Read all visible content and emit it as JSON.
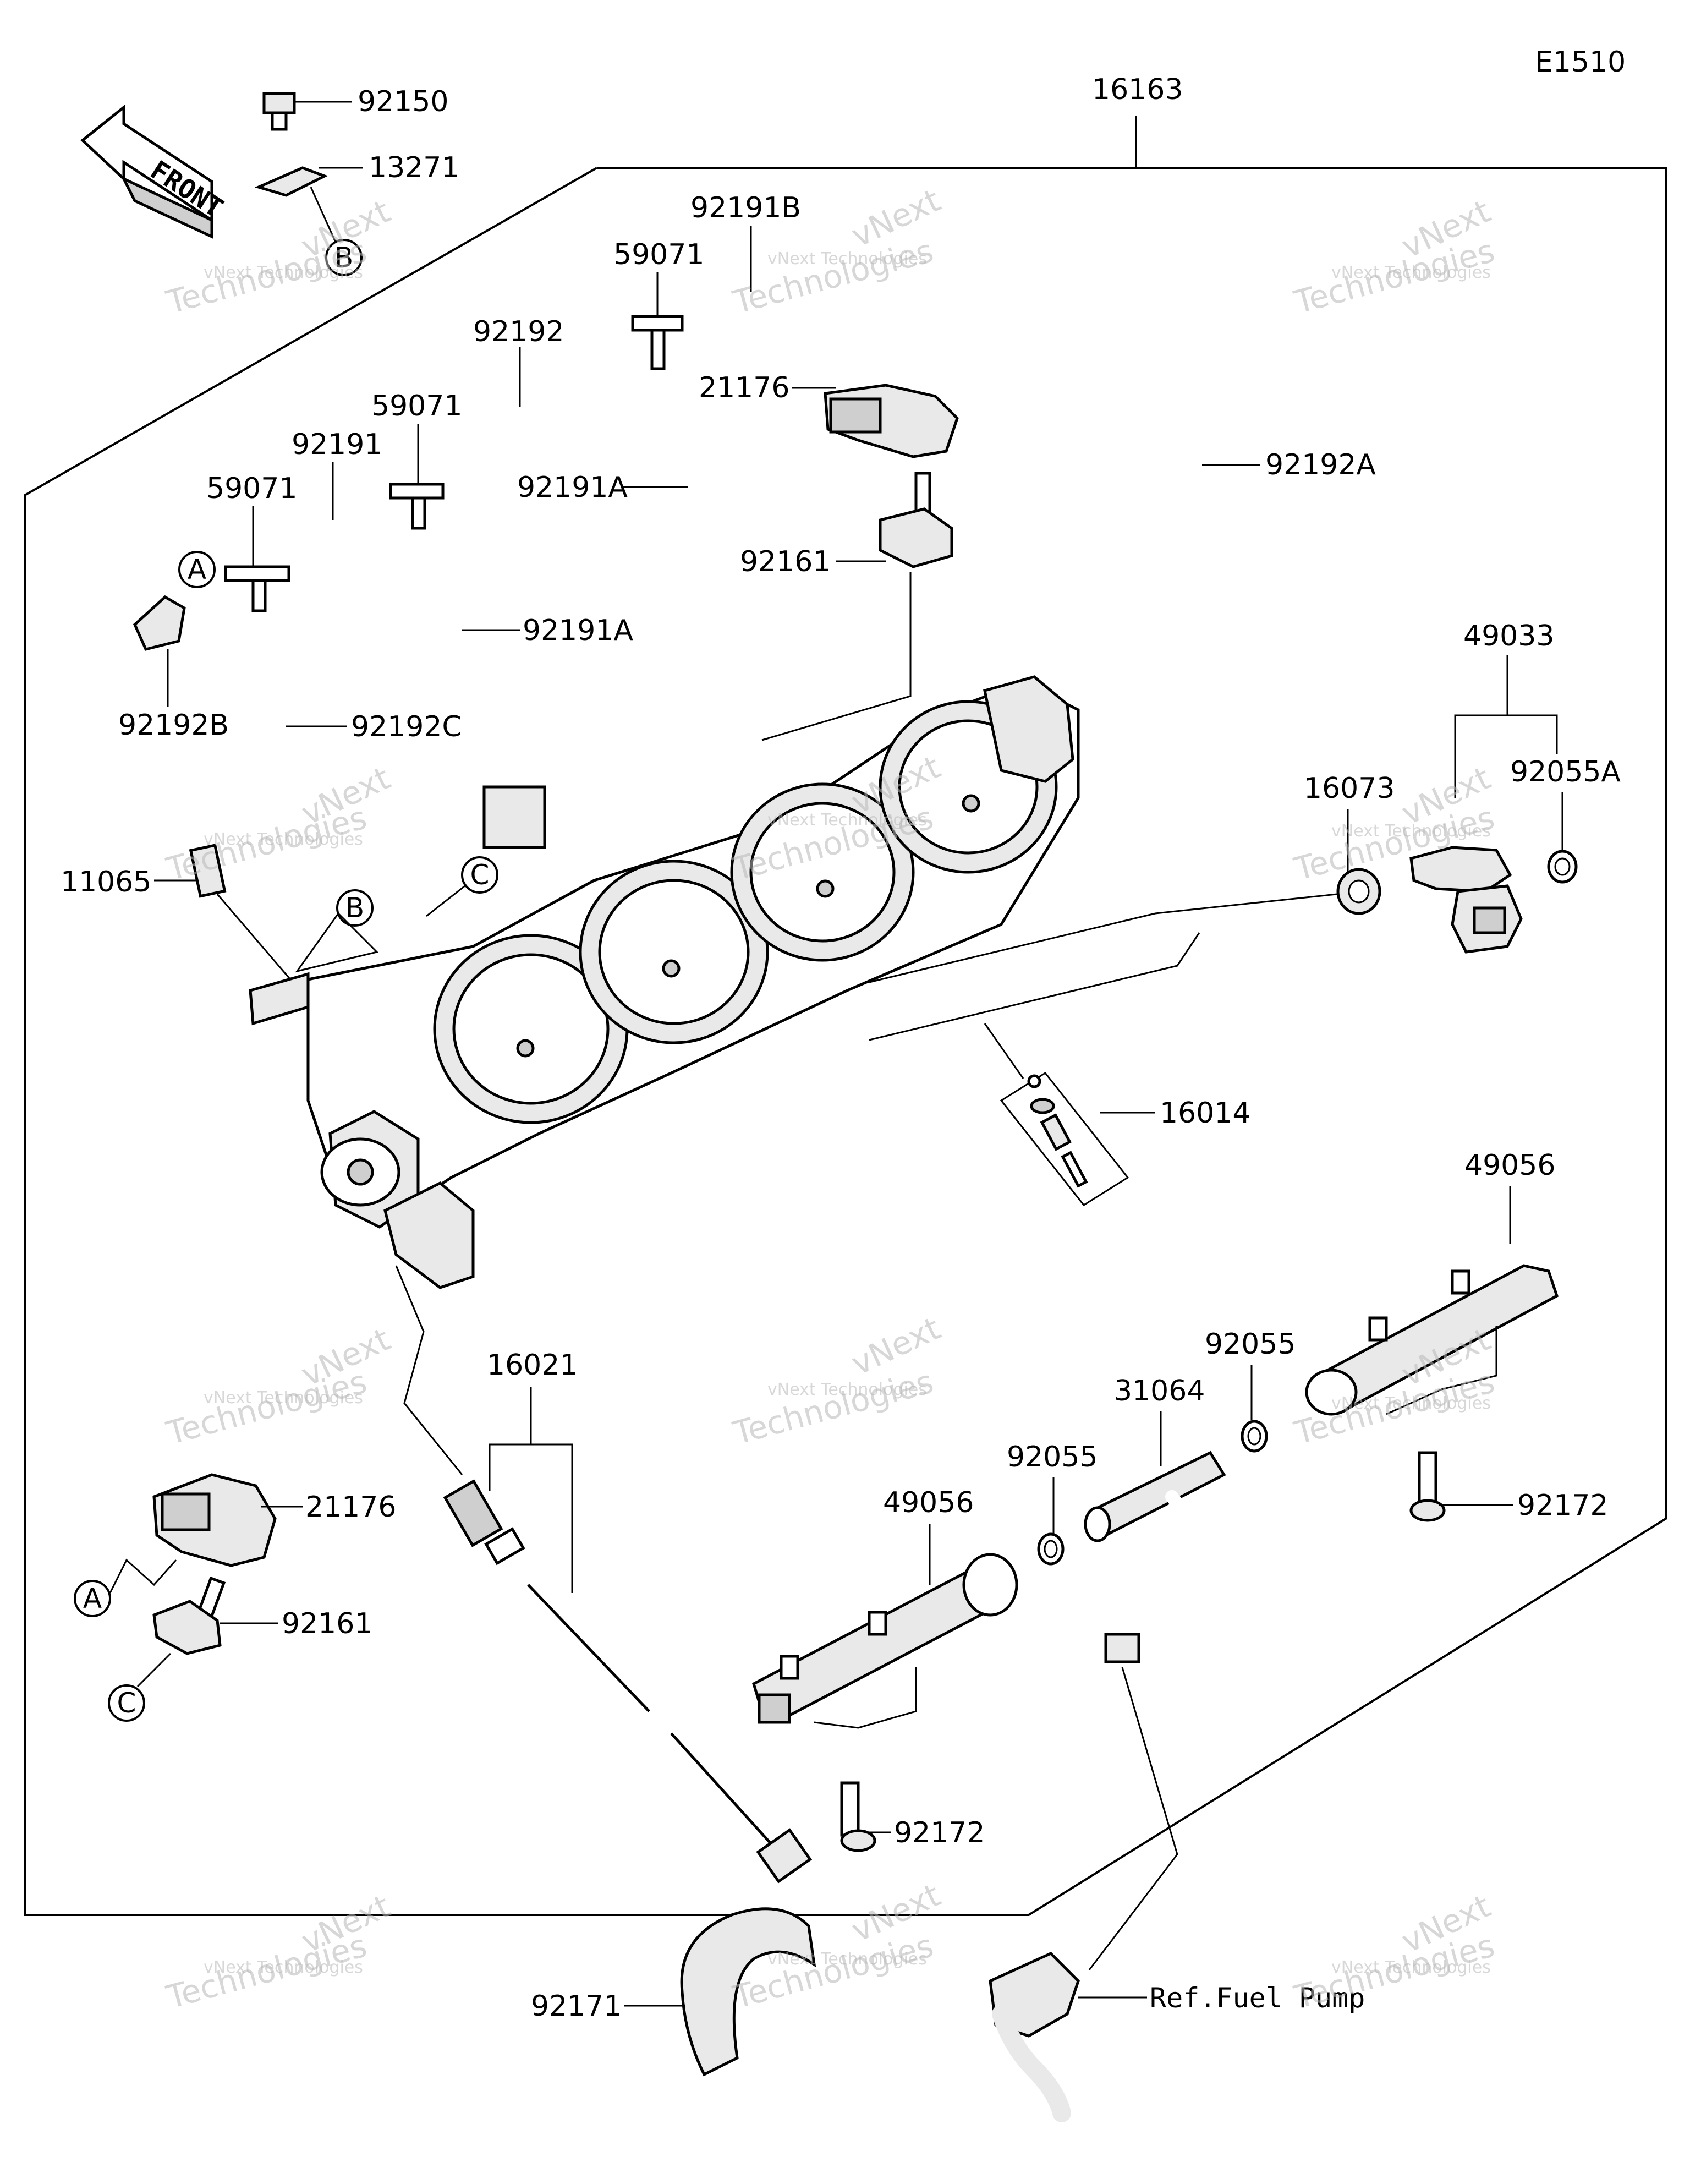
{
  "diagram_code": "E1510",
  "front_label": "FRONT",
  "reference_note": "Ref.Fuel Pump",
  "watermark_big": "Technologies",
  "watermark_small": "vNext Technologies",
  "watermark_brand": "vNext",
  "callouts": {
    "a": "A",
    "b": "B",
    "c": "C"
  },
  "parts": {
    "p16163": "16163",
    "p92150": "92150",
    "p13271": "13271",
    "p92191B": "92191B",
    "p59071_top": "59071",
    "p92192": "92192",
    "p21176_top": "21176",
    "p59071_mid": "59071",
    "p92192A": "92192A",
    "p92191": "92191",
    "p92191A_top": "92191A",
    "p59071_left": "59071",
    "p92161_top": "92161",
    "p92191A_mid": "92191A",
    "p92192B": "92192B",
    "p92192C": "92192C",
    "p49033": "49033",
    "p16073": "16073",
    "p92055A": "92055A",
    "p11065": "11065",
    "p16014": "16014",
    "p49056_right": "49056",
    "p16021": "16021",
    "p92055_right": "92055",
    "p31064": "31064",
    "p92055_left": "92055",
    "p49056_left": "49056",
    "p21176_bottom": "21176",
    "p92172_right": "92172",
    "p92161_bottom": "92161",
    "p92172_left": "92172",
    "p92171": "92171"
  }
}
